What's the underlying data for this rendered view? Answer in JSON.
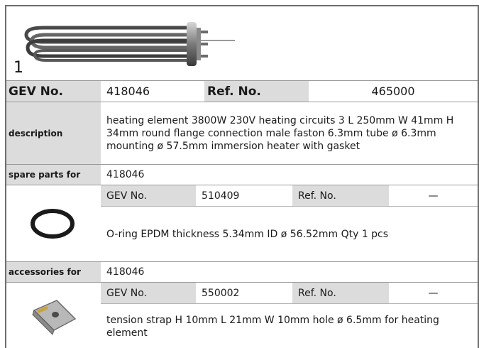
{
  "header": {
    "index": "1"
  },
  "main": {
    "gev_label": "GEV No.",
    "gev_value": "418046",
    "ref_label": "Ref. No.",
    "ref_value": "465000",
    "description_label": "description",
    "description_text": "heating element  3800W 230V heating circuits 3 L 250mm W 41mm H 34mm round flange connection male faston 6.3mm tube ø 6.3mm mounting ø 57.5mm immersion heater with gasket"
  },
  "spare_parts": {
    "label": "spare parts for",
    "for_value": "418046",
    "item": {
      "gev_label": "GEV No.",
      "gev_value": "510409",
      "ref_label": "Ref. No.",
      "ref_value": "—",
      "description": "O-ring  EPDM thickness 5.34mm ID ø 56.52mm Qty 1 pcs",
      "icon": "o-ring-icon"
    }
  },
  "accessories": {
    "label": "accessories for",
    "for_value": "418046",
    "item": {
      "gev_label": "GEV No.",
      "gev_value": "550002",
      "ref_label": "Ref. No.",
      "ref_value": "—",
      "description": "tension strap  H 10mm L 21mm W 10mm hole ø 6.5mm for heating element",
      "icon": "tension-strap-icon"
    }
  },
  "colors": {
    "label_bg": "#dcdcdc",
    "border": "#9a9a9a"
  }
}
